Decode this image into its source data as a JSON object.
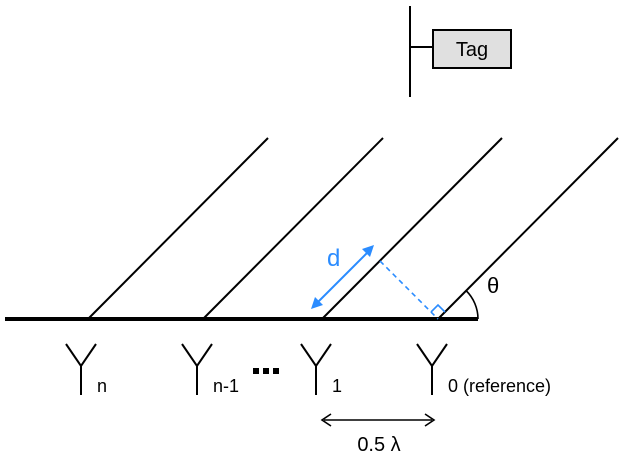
{
  "tag": {
    "label": "Tag"
  },
  "angle_label": "θ",
  "path_difference_label": "d",
  "spacing_label": "0.5 λ",
  "ellipsis": "...",
  "antennas": [
    {
      "index_label": "n"
    },
    {
      "index_label": "n-1"
    },
    {
      "index_label": "1"
    },
    {
      "index_label": "0 (reference)"
    }
  ],
  "colors": {
    "accent": "#2b8cff",
    "tag_fill": "#e0e0e0",
    "line": "#000000"
  }
}
